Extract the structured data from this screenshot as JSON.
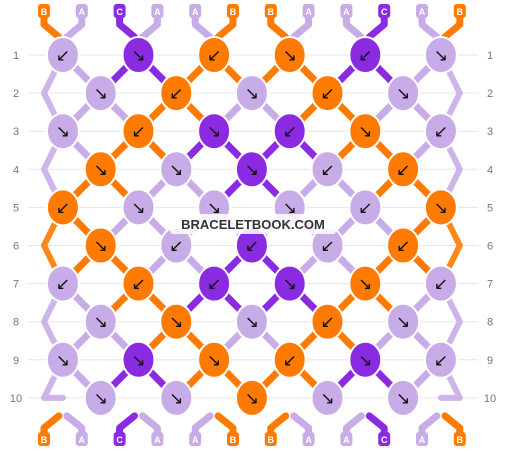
{
  "watermark": "BRACELETBOOK.COM",
  "colors": {
    "A": "#c8ace8",
    "B": "#ff7a00",
    "C": "#8a2be2"
  },
  "top_strands": [
    "B",
    "A",
    "C",
    "A",
    "A",
    "B",
    "B",
    "A",
    "A",
    "C",
    "A",
    "B"
  ],
  "bottom_strands": [
    "B",
    "A",
    "C",
    "A",
    "A",
    "B",
    "B",
    "A",
    "A",
    "C",
    "A",
    "B"
  ],
  "row_labels": [
    "1",
    "2",
    "3",
    "4",
    "5",
    "6",
    "7",
    "8",
    "9",
    "10"
  ],
  "knots": [
    [
      "A:↙",
      "C:↘",
      "B:↙",
      "B:↘",
      "C:↙",
      "A:↘"
    ],
    [
      "A:↘",
      "B:↙",
      "A:↘",
      "B:↙",
      "A:↘"
    ],
    [
      "A:↘",
      "B:↙",
      "C:↘",
      "C:↙",
      "B:↘",
      "A:↙"
    ],
    [
      "B:↘",
      "A:↘",
      "C:↘",
      "A:↙",
      "B:↙"
    ],
    [
      "B:↙",
      "A:↘",
      "A:↘",
      "A:↘",
      "A:↙",
      "B:↘"
    ],
    [
      "B:↘",
      "A:↙",
      "C:↙",
      "A:↙",
      "B:↙"
    ],
    [
      "A:↙",
      "B:↙",
      "C:↙",
      "C:↘",
      "B:↘",
      "A:↙"
    ],
    [
      "A:↘",
      "B:↘",
      "A:↘",
      "B:↙",
      "A:↘"
    ],
    [
      "A:↘",
      "C:↘",
      "B:↘",
      "B:↙",
      "C:↘",
      "A:↙"
    ],
    [
      "A:↘",
      "A:↘",
      "B:↘",
      "A:↘",
      "A:↘"
    ]
  ]
}
